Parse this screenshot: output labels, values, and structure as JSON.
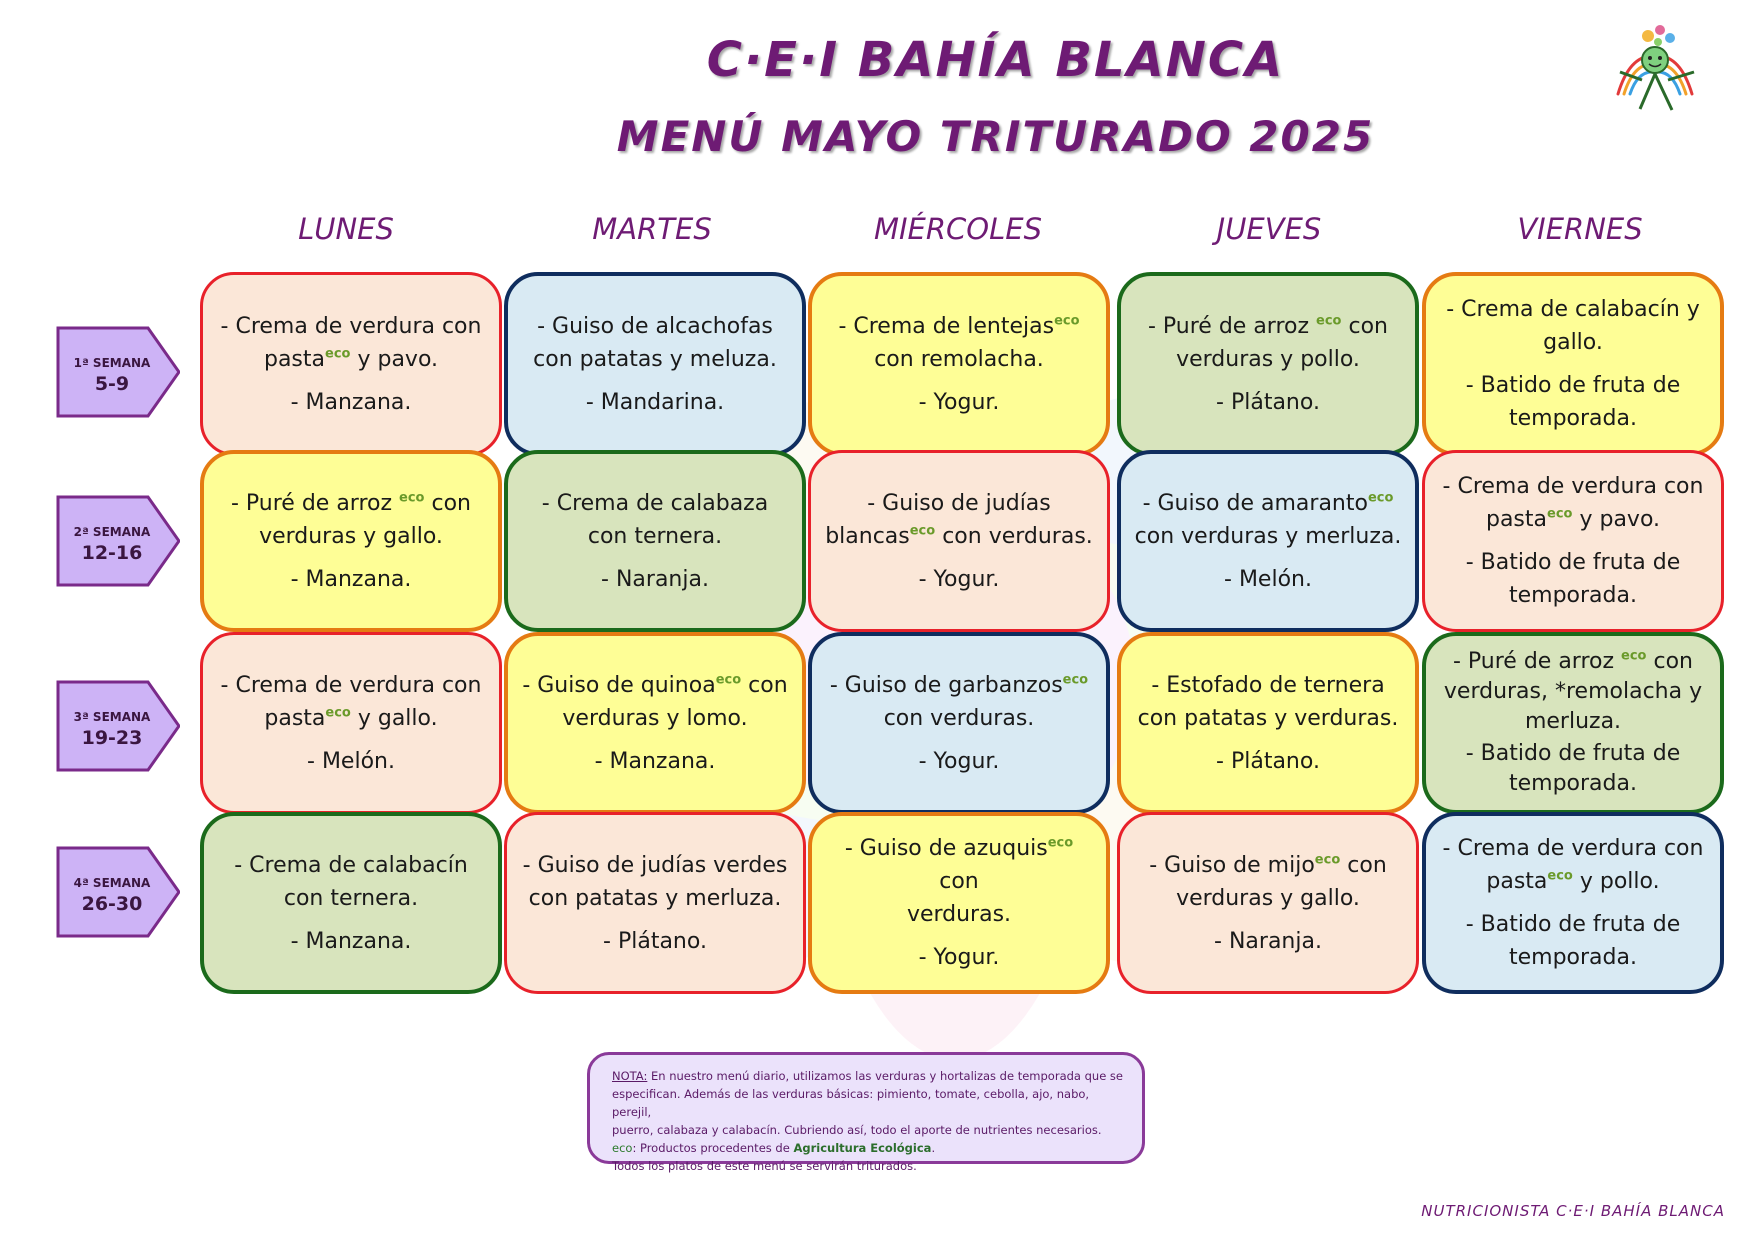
{
  "header": {
    "title": "C·E·I BAHÍA BLANCA",
    "subtitle": "MENÚ MAYO TRITURADO 2025"
  },
  "logo": {
    "icon": "school-mascot-logo"
  },
  "days": [
    "LUNES",
    "MARTES",
    "MIÉRCOLES",
    "JUEVES",
    "VIERNES"
  ],
  "weeks": [
    {
      "label": "1ª SEMANA",
      "dates": "5-9"
    },
    {
      "label": "2ª SEMANA",
      "dates": "12-16"
    },
    {
      "label": "3ª SEMANA",
      "dates": "19-23"
    },
    {
      "label": "4ª SEMANA",
      "dates": "26-30"
    }
  ],
  "eco_mark": "eco",
  "menu": [
    [
      {
        "a": "- Crema de verdura con",
        "b": "pasta",
        "eco": true,
        "c": " y pavo.",
        "dessert": "- Manzana."
      },
      {
        "a": "- Guiso de alcachofas",
        "b": "con patatas y meluza.",
        "eco": false,
        "c": "",
        "dessert": "- Mandarina."
      },
      {
        "a": "- Crema de lentejas",
        "a_eco": true,
        "b": "con remolacha.",
        "eco": false,
        "c": "",
        "dessert": "- Yogur."
      },
      {
        "a": "- Puré de arroz ",
        "a_eco": true,
        "a_tail": " con",
        "b": "verduras y pollo.",
        "eco": false,
        "c": "",
        "dessert": "- Plátano."
      },
      {
        "a": "- Crema de calabacín y",
        "b": "gallo.",
        "eco": false,
        "c": "",
        "dessert": "- Batido de fruta de",
        "dessert2": "temporada."
      }
    ],
    [
      {
        "a": "- Puré de arroz ",
        "a_eco": true,
        "a_tail": " con",
        "b": "verduras y gallo.",
        "eco": false,
        "c": "",
        "dessert": "- Manzana."
      },
      {
        "a": "- Crema de calabaza",
        "b": "con ternera.",
        "eco": false,
        "c": "",
        "dessert": "- Naranja."
      },
      {
        "a": "- Guiso de judías",
        "b": "blancas",
        "eco": true,
        "c": " con verduras.",
        "dessert": "- Yogur."
      },
      {
        "a": "- Guiso de amaranto",
        "a_eco": true,
        "b": "con verduras y merluza.",
        "eco": false,
        "c": "",
        "dessert": "- Melón."
      },
      {
        "a": "- Crema de verdura con",
        "b": "pasta",
        "eco": true,
        "c": " y pavo.",
        "dessert": "- Batido de fruta de",
        "dessert2": "temporada."
      }
    ],
    [
      {
        "a": "- Crema de verdura con",
        "b": "pasta",
        "eco": true,
        "c": " y gallo.",
        "dessert": "- Melón."
      },
      {
        "a": "- Guiso de quinoa",
        "a_eco": true,
        "a_tail": " con",
        "b": "verduras y lomo.",
        "eco": false,
        "c": "",
        "dessert": "- Manzana."
      },
      {
        "a": "- Guiso de garbanzos",
        "a_eco": true,
        "b": "con verduras.",
        "eco": false,
        "c": "",
        "dessert": "- Yogur."
      },
      {
        "a": "- Estofado de ternera",
        "b": "con patatas y verduras.",
        "eco": false,
        "c": "",
        "dessert": "- Plátano."
      },
      {
        "a": "- Puré de arroz ",
        "a_eco": true,
        "a_tail": " con",
        "b": "verduras, *remolacha y",
        "b2": "merluza.",
        "eco": false,
        "c": "",
        "dessert": "- Batido de fruta de",
        "dessert2": "temporada."
      }
    ],
    [
      {
        "a": "- Crema de calabacín",
        "b": "con ternera.",
        "eco": false,
        "c": "",
        "dessert": "- Manzana."
      },
      {
        "a": "- Guiso de judías verdes",
        "b": "con patatas y merluza.",
        "eco": false,
        "c": "",
        "dessert": "- Plátano."
      },
      {
        "a": "- Guiso de azuquis",
        "a_eco": true,
        "a_tail": " con",
        "b": "verduras.",
        "eco": false,
        "c": "",
        "dessert": "- Yogur."
      },
      {
        "a": "- Guiso de mijo",
        "a_eco": true,
        "a_tail": " con",
        "b": "verduras y gallo.",
        "eco": false,
        "c": "",
        "dessert": "- Naranja."
      },
      {
        "a": "- Crema de verdura con",
        "b": "pasta",
        "eco": true,
        "c": " y pollo.",
        "dessert": "- Batido de fruta de",
        "dessert2": "temporada."
      }
    ]
  ],
  "cell_colors": {
    "peach": "#fbe7d8",
    "blue": "#d9eaf3",
    "yellow": "#fefe96",
    "green": "#d8e4bd",
    "border_red": "#e8212a",
    "border_navy": "#0f2d5e",
    "border_orange": "#e57b12",
    "border_green": "#1b6a1b",
    "accent_purple": "#6e1b74"
  },
  "note": {
    "label": "NOTA:",
    "line1": " En nuestro menú diario, utilizamos las verduras y hortalizas de temporada que se",
    "line2": "especifican. Además de las verduras básicas: pimiento, tomate, cebolla, ajo, nabo, perejil,",
    "line3": "puerro, calabaza y calabacín. Cubriendo así, todo el aporte de nutrientes necesarios.",
    "eco_word": "eco",
    "line4": ": Productos procedentes de ",
    "agri": "Agricultura Ecológica",
    "line4_end": ".",
    "line5": "Todos los platos de este menú se servirán triturados."
  },
  "footer": "NUTRICIONISTA C·E·I BAHÍA BLANCA"
}
